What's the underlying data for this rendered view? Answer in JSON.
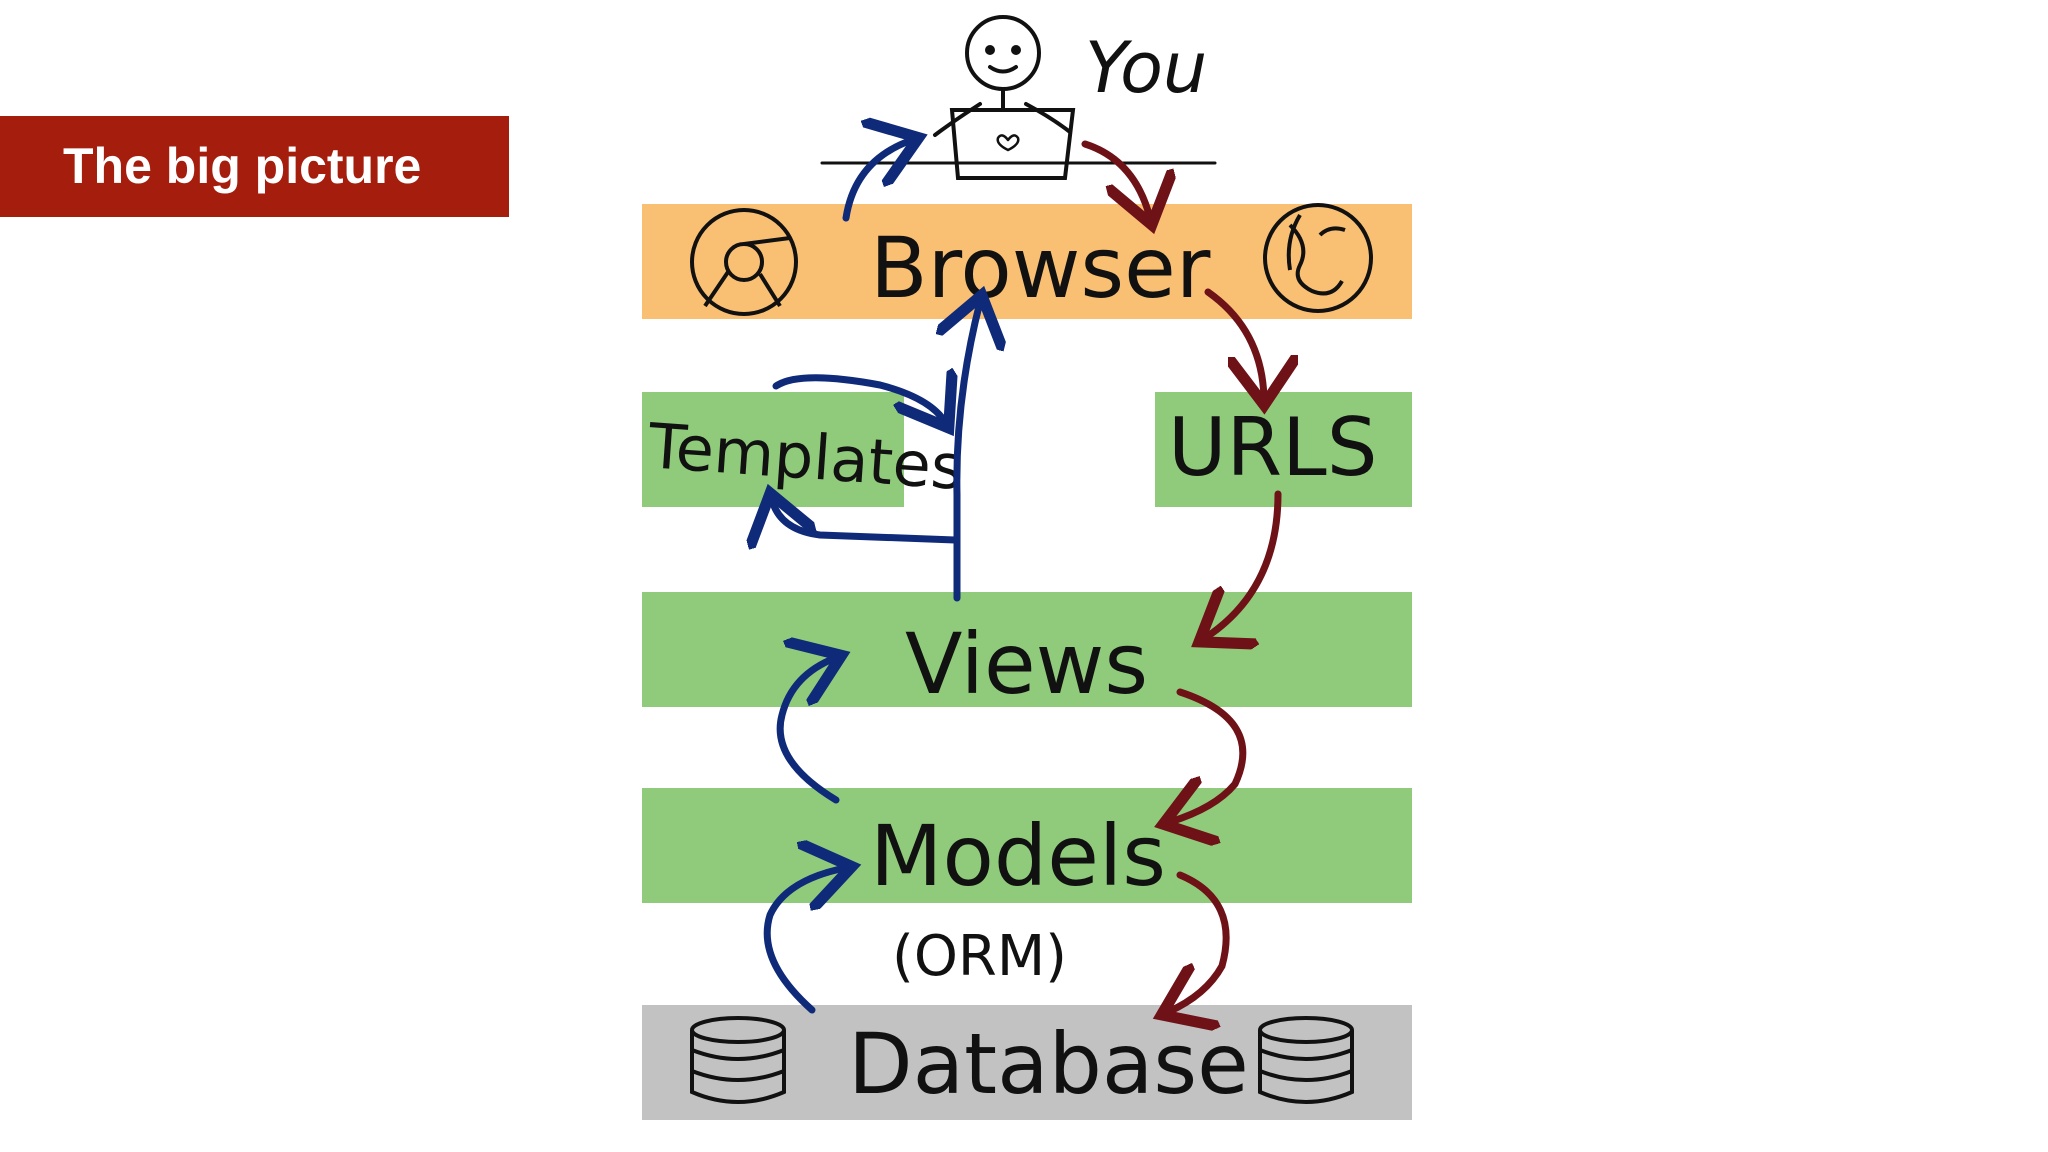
{
  "slide": {
    "title": "The big picture"
  },
  "diagram": {
    "user_label": "You",
    "layers": {
      "browser": "Browser",
      "templates": "Templates",
      "urls": "URLS",
      "views": "Views",
      "models": "Models",
      "orm": "(ORM)",
      "database": "Database"
    },
    "colors": {
      "browser_band": "#f9bf73",
      "green_band": "#8fcb7b",
      "database_band": "#c2c2c2",
      "request_arrow": "#6e1217",
      "response_arrow": "#0f2a79",
      "title_bar": "#a51d0c"
    },
    "icons": {
      "user": "stick-figure-with-laptop",
      "browser_left": "chrome-icon",
      "browser_right": "firefox-icon",
      "database": "database-cylinder-icon"
    }
  }
}
